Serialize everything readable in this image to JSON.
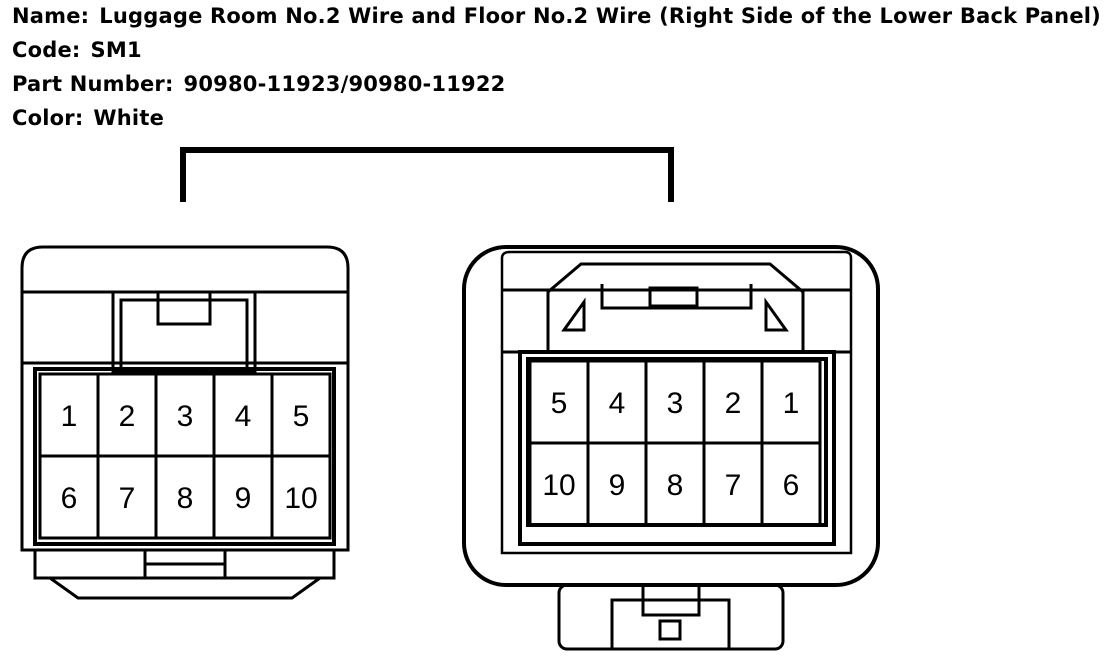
{
  "info": {
    "name_label": "Name:",
    "name_value": "Luggage Room No.2 Wire and Floor No.2 Wire (Right Side of the Lower Back Panel)",
    "code_label": "Code:",
    "code_value": "SM1",
    "part_label": "Part Number:",
    "part_value": "90980-11923/90980-11922",
    "color_label": "Color:",
    "color_value": "White"
  },
  "left_connector": {
    "pins_top": [
      "1",
      "2",
      "3",
      "4",
      "5"
    ],
    "pins_bottom": [
      "6",
      "7",
      "8",
      "9",
      "10"
    ]
  },
  "right_connector": {
    "pins_top": [
      "5",
      "4",
      "3",
      "2",
      "1"
    ],
    "pins_bottom": [
      "10",
      "9",
      "8",
      "7",
      "6"
    ]
  }
}
